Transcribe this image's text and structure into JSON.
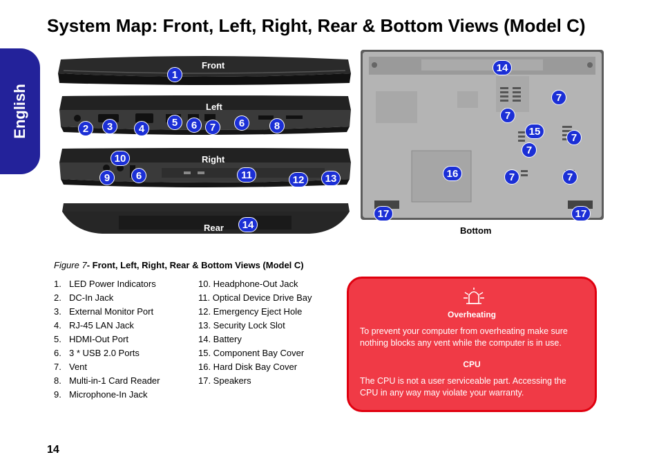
{
  "page_title": "System Map: Front, Left, Right, Rear & Bottom Views (Model C)",
  "side_tab": "English",
  "views": {
    "front": "Front",
    "left": "Left",
    "right": "Right",
    "rear": "Rear",
    "bottom": "Bottom"
  },
  "callouts": {
    "front": [
      "1"
    ],
    "left": [
      "2",
      "3",
      "4",
      "5",
      "6",
      "7",
      "6",
      "8"
    ],
    "right": [
      "10",
      "9",
      "6",
      "11",
      "12",
      "13"
    ],
    "rear": [
      "14"
    ],
    "bottom": [
      "14",
      "7",
      "7",
      "15",
      "7",
      "7",
      "16",
      "7",
      "7",
      "17",
      "17"
    ]
  },
  "caption": {
    "prefix": "Figure 7",
    "text": "- Front, Left, Right, Rear & Bottom Views (Model C)"
  },
  "legend_left": [
    {
      "num": "1.",
      "label": "LED Power Indicators"
    },
    {
      "num": "2.",
      "label": "DC-In Jack"
    },
    {
      "num": "3.",
      "label": "External Monitor Port"
    },
    {
      "num": "4.",
      "label": "RJ-45 LAN Jack"
    },
    {
      "num": "5.",
      "label": "HDMI-Out Port"
    },
    {
      "num": "6.",
      "label": "3 * USB 2.0 Ports"
    },
    {
      "num": "7.",
      "label": "Vent"
    },
    {
      "num": "8.",
      "label": "Multi-in-1 Card Reader"
    },
    {
      "num": "9.",
      "label": "Microphone-In Jack"
    }
  ],
  "legend_right": [
    "10. Headphone-Out Jack",
    "11. Optical Device Drive Bay",
    "12. Emergency Eject Hole",
    "13. Security Lock Slot",
    "14. Battery",
    "15.  Component Bay Cover",
    "16.  Hard Disk Bay Cover",
    "17. Speakers"
  ],
  "warning": {
    "heading1": "Overheating",
    "text1": "To prevent your computer from overheating make sure nothing blocks any vent while the computer is in use.",
    "heading2": "CPU",
    "text2": "The CPU is not a user serviceable part. Accessing the CPU in any way may violate your warranty."
  },
  "page_number": "14",
  "colors": {
    "tab": "#23229a",
    "callout": "#1b2fd6",
    "warning_box": "#f03a46"
  }
}
